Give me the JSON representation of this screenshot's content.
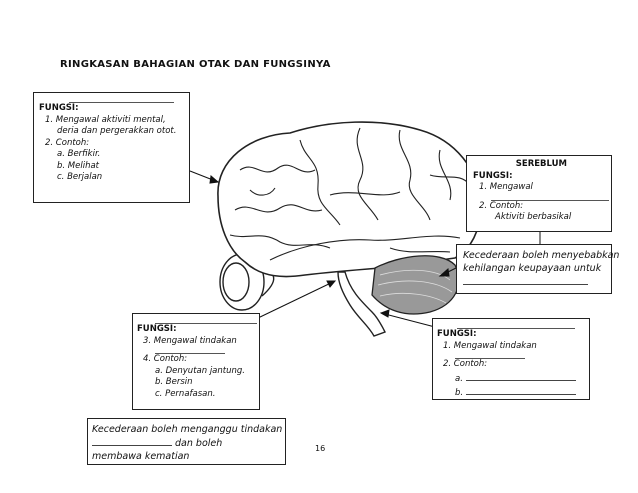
{
  "title": "RINGKASAN BAHAGIAN OTAK DAN FUNGSINYA",
  "page_number": "16",
  "cerebrum_box": {
    "heading": "FUNGSI:",
    "item1": "1. Mengawal aktiviti mental,",
    "item1b": "deria dan pergerakkan otot.",
    "item2": "2. Contoh:",
    "a": "a. Berfikir.",
    "b": "b. Melihat",
    "c": "c. Berjalan"
  },
  "cerebellum_box": {
    "name": "SEREBLUM",
    "heading": "FUNGSI:",
    "item1": "1. Mengawal",
    "item2": "2. Contoh:",
    "example": "Aktiviti berbasikal"
  },
  "cerebellum_note": {
    "line1": "Kecederaan boleh menyebabkan",
    "line2": "kehilangan  keupayaan  untuk"
  },
  "medulla_box": {
    "heading": "FUNGSI:",
    "item1": "3. Mengawal tindakan",
    "item2": "4. Contoh:",
    "a": "a. Denyutan jantung.",
    "b": "b. Bersin",
    "c": "c. Pernafasan."
  },
  "medulla_note": {
    "line1": "Kecederaan boleh menganggu tindakan",
    "line2_suffix": " dan   boleh",
    "line3": "membawa kematian"
  },
  "spinal_box": {
    "heading": "FUNGSI:",
    "item1": "1. Mengawal tindakan",
    "item2": "2. Contoh:",
    "a": "a.",
    "b": "b."
  }
}
